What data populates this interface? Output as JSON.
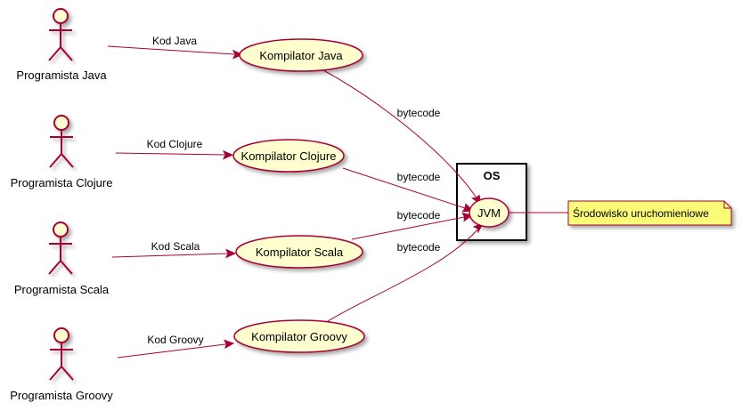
{
  "actors": [
    {
      "id": "java",
      "label": "Programista Java"
    },
    {
      "id": "clojure",
      "label": "Programista Clojure"
    },
    {
      "id": "scala",
      "label": "Programista Scala"
    },
    {
      "id": "groovy",
      "label": "Programista Groovy"
    }
  ],
  "compilers": [
    {
      "id": "java",
      "label": "Kompilator Java"
    },
    {
      "id": "clojure",
      "label": "Kompilator Clojure"
    },
    {
      "id": "scala",
      "label": "Kompilator Scala"
    },
    {
      "id": "groovy",
      "label": "Kompilator Groovy"
    }
  ],
  "actor_edges": [
    {
      "label": "Kod Java"
    },
    {
      "label": "Kod Clojure"
    },
    {
      "label": "Kod Scala"
    },
    {
      "label": "Kod Groovy"
    }
  ],
  "compiler_edges": [
    {
      "label": "bytecode"
    },
    {
      "label": "bytecode"
    },
    {
      "label": "bytecode"
    },
    {
      "label": "bytecode"
    }
  ],
  "os_box": {
    "label": "OS"
  },
  "jvm": {
    "label": "JVM"
  },
  "note": {
    "text": "Środowisko uruchomieniowe"
  },
  "colors": {
    "fill": "#FEFECE",
    "stroke": "#A80036",
    "note_fill": "#FBFB77"
  }
}
